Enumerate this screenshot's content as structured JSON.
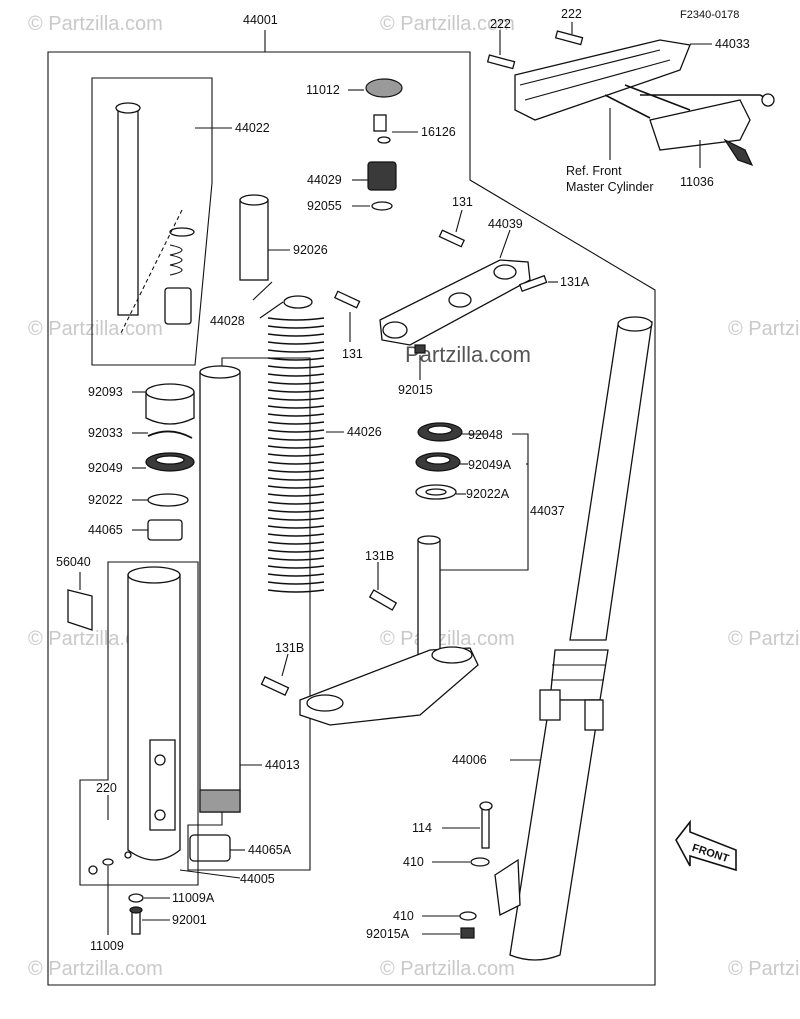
{
  "diagram_code": "F2340-0178",
  "watermarks": {
    "brand": "© Partzilla.com",
    "center": "Partzilla.com"
  },
  "labels": {
    "p44001": "44001",
    "p44022": "44022",
    "p11012": "11012",
    "p16126": "16126",
    "p44029": "44029",
    "p92055": "92055",
    "p92026": "92026",
    "p44028": "44028",
    "p92093": "92093",
    "p92033": "92033",
    "p92049": "92049",
    "p92022": "92022",
    "p44065": "44065",
    "p56040": "56040",
    "p44026": "44026",
    "p44013": "44013",
    "p44065A": "44065A",
    "p44005": "44005",
    "p220": "220",
    "p11009A": "11009A",
    "p92001": "92001",
    "p11009": "11009",
    "p222a": "222",
    "p222b": "222",
    "p44033": "44033",
    "ref_line1": "Ref. Front",
    "ref_line2": "Master Cylinder",
    "p11036": "11036",
    "p131a": "131",
    "p44039": "44039",
    "p131A": "131A",
    "p131b": "131",
    "p92015": "92015",
    "p92048": "92048",
    "p92049A": "92049A",
    "p92022A": "92022A",
    "p44037": "44037",
    "p131B_a": "131B",
    "p131B_b": "131B",
    "p44006": "44006",
    "p114": "114",
    "p410a": "410",
    "p410b": "410",
    "p92015A": "92015A",
    "front": "FRONT"
  }
}
